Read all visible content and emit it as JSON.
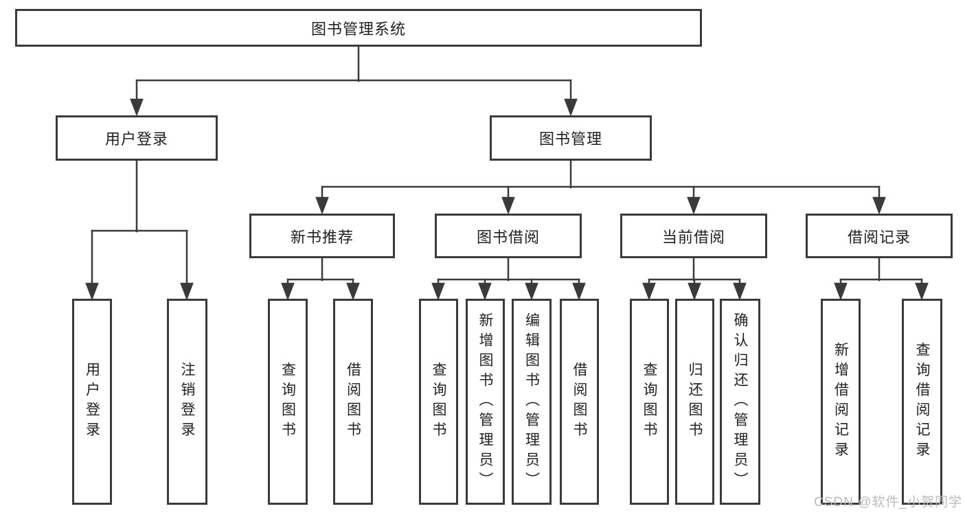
{
  "title": {
    "label": "图书管理系统"
  },
  "level2": {
    "user_login": "用户登录",
    "book_management": "图书管理"
  },
  "level3": {
    "new_book_recommend": "新书推荐",
    "book_borrowing": "图书借阅",
    "current_borrowing": "当前借阅",
    "borrowing_records": "借阅记录"
  },
  "leaves": {
    "user_login": [
      "用户登录",
      "注销登录"
    ],
    "new_book_recommend": [
      "查询图书",
      "借阅图书"
    ],
    "book_borrowing": [
      "查询图书",
      "新增图书（管理员）",
      "编辑图书（管理员）",
      "借阅图书"
    ],
    "current_borrowing": [
      "查询图书",
      "归还图书",
      "确认归还（管理员）"
    ],
    "borrowing_records": [
      "新增借阅记录",
      "查询借阅记录"
    ]
  },
  "watermark": "CSDN @软件_小贺同学",
  "colors": {
    "line": "#3a3a3c",
    "text": "#212121",
    "background": "#ffffff",
    "watermark": "#b9babc"
  }
}
